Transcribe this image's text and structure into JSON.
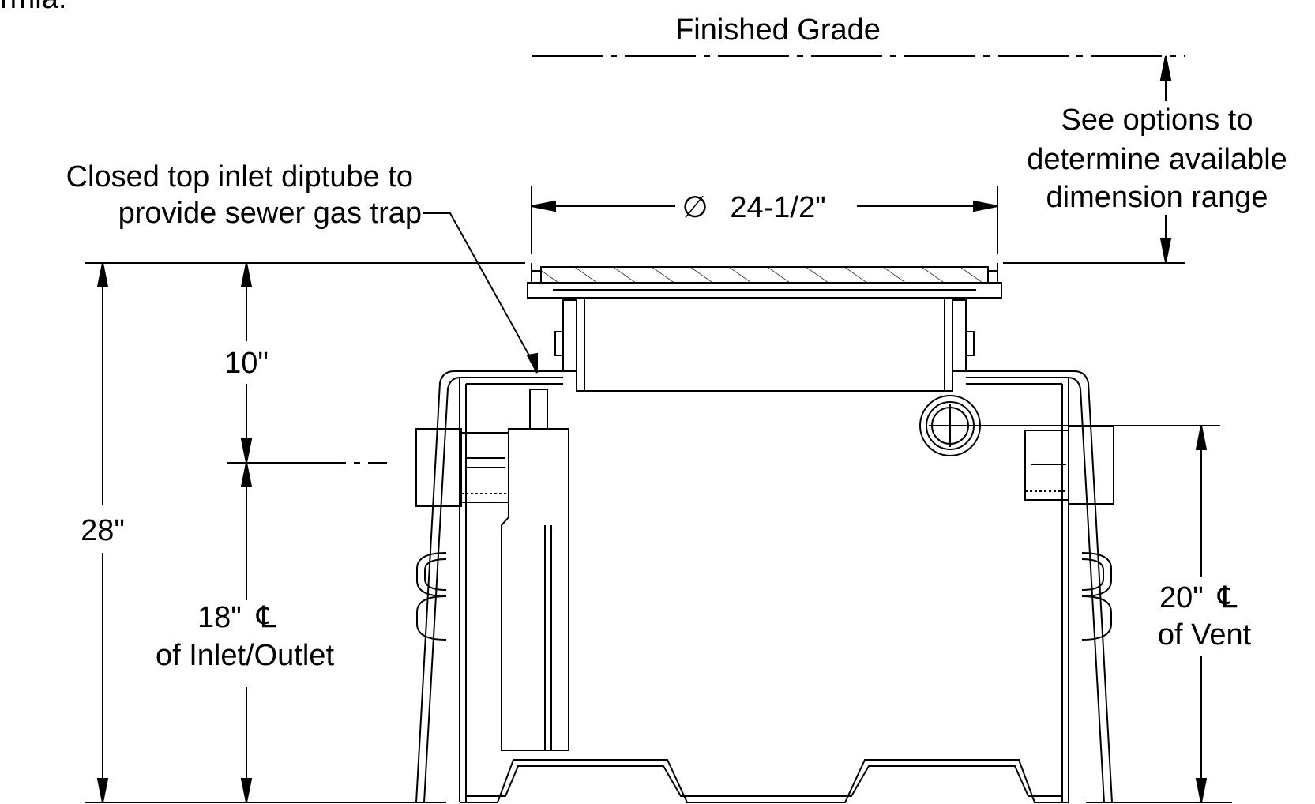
{
  "top_fragment": "rmla.",
  "finished_grade": "Finished Grade",
  "options_note": [
    "See options to",
    "determine available",
    "dimension range"
  ],
  "diptube_note": [
    "Closed top inlet diptube to",
    "provide sewer gas trap"
  ],
  "diameter": {
    "symbol": "∅",
    "value": "24-1/2\""
  },
  "dim_10": "10\"",
  "dim_28": "28\"",
  "dim_18": {
    "value": "18\"",
    "cl": "℄",
    "desc": "of Inlet/Outlet"
  },
  "dim_20": {
    "value": "20\"",
    "cl": "℄",
    "desc": "of Vent"
  },
  "colors": {
    "line": "#000000",
    "background": "#ffffff"
  }
}
